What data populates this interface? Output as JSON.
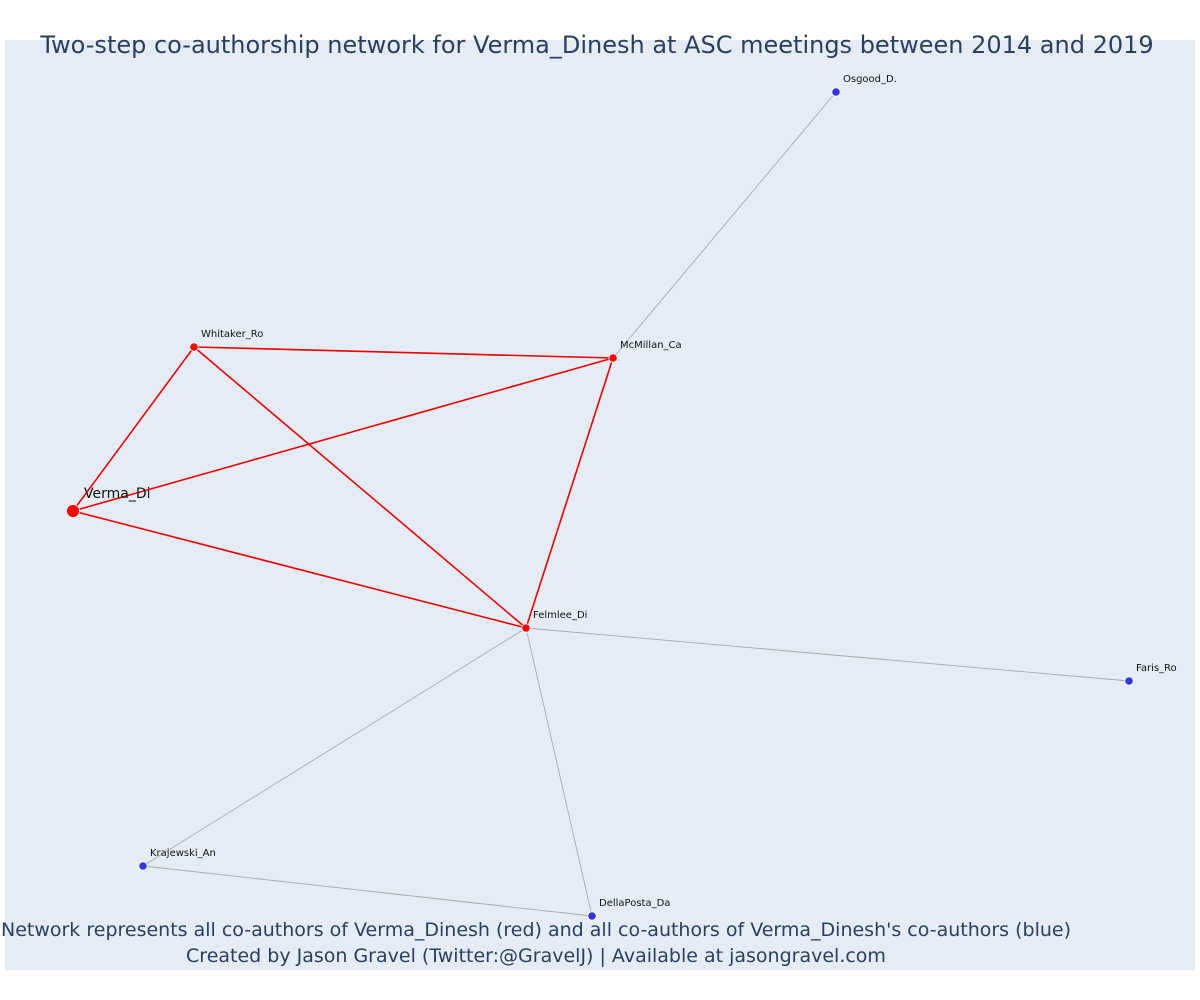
{
  "title": "Two-step co-authorship network for Verma_Dinesh at ASC meetings between 2014 and 2019",
  "captions": [
    "Network represents all co-authors of Verma_Dinesh (red) and all co-authors of Verma_Dinesh's co-authors (blue)",
    "Created by Jason Gravel (Twitter:@GravelJ) | Available at jasongravel.com"
  ],
  "colors": {
    "background": "#e5ecf6",
    "focal": "#ff0000",
    "coauthor": "#ff0000",
    "second_step": "#3333ee",
    "red_edge": "#ee0000",
    "gray_edge": "#aaaaaa"
  },
  "nodes": [
    {
      "id": "Verma_Di",
      "label": "Verma_Di",
      "group": "focal"
    },
    {
      "id": "Whitaker_Ro",
      "label": "Whitaker_Ro",
      "group": "coauthor"
    },
    {
      "id": "McMillan_Ca",
      "label": "McMillan_Ca",
      "group": "coauthor"
    },
    {
      "id": "Felmlee_Di",
      "label": "Felmlee_Di",
      "group": "coauthor"
    },
    {
      "id": "Osgood_D.",
      "label": "Osgood_D.",
      "group": "second_step"
    },
    {
      "id": "Faris_Ro",
      "label": "Faris_Ro",
      "group": "second_step"
    },
    {
      "id": "Krajewski_An",
      "label": "Krajewski_An",
      "group": "second_step"
    },
    {
      "id": "DellaPosta_Da",
      "label": "DellaPosta_Da",
      "group": "second_step"
    }
  ],
  "edges": [
    {
      "source": "Verma_Di",
      "target": "Whitaker_Ro",
      "type": "red"
    },
    {
      "source": "Verma_Di",
      "target": "McMillan_Ca",
      "type": "red"
    },
    {
      "source": "Verma_Di",
      "target": "Felmlee_Di",
      "type": "red"
    },
    {
      "source": "Whitaker_Ro",
      "target": "McMillan_Ca",
      "type": "red"
    },
    {
      "source": "Whitaker_Ro",
      "target": "Felmlee_Di",
      "type": "red"
    },
    {
      "source": "McMillan_Ca",
      "target": "Felmlee_Di",
      "type": "red"
    },
    {
      "source": "McMillan_Ca",
      "target": "Osgood_D.",
      "type": "gray"
    },
    {
      "source": "Felmlee_Di",
      "target": "Faris_Ro",
      "type": "gray"
    },
    {
      "source": "Felmlee_Di",
      "target": "Krajewski_An",
      "type": "gray"
    },
    {
      "source": "Felmlee_Di",
      "target": "DellaPosta_Da",
      "type": "gray"
    },
    {
      "source": "Krajewski_An",
      "target": "DellaPosta_Da",
      "type": "gray"
    }
  ]
}
